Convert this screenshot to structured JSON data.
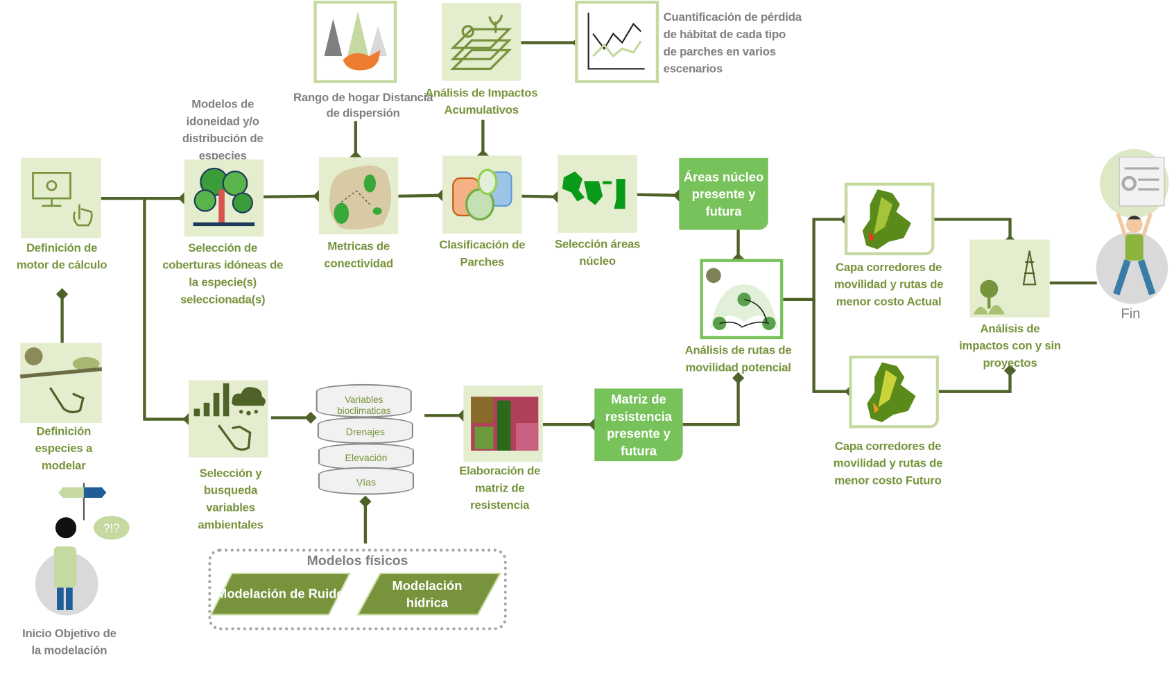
{
  "colors": {
    "connector": "#4f6228",
    "label_green": "#77933c",
    "label_gray": "#7f7f7f",
    "box_bg": "#e5edcf",
    "highlight_green": "#77c25a",
    "parallelogram": "#77933c"
  },
  "nodes": {
    "motor": {
      "label": "Definición de motor de cálculo",
      "icon": "computer-settings-touch-icon"
    },
    "especies": {
      "label": "Definición especies a modelar",
      "icon": "sloth-jaguar-touch-icon"
    },
    "inicio": {
      "label": "Inicio Objetivo de la modelación",
      "bubble": "?!?",
      "icon": "person-thinking-icon"
    },
    "coberturas": {
      "label": "Selección de coberturas idóneas de la especie(s) seleccionada(s)",
      "note": "Modelos de idoneidad y/o distribución de especies",
      "icon": "forest-icon"
    },
    "metricas": {
      "label": "Metricas de conectividad",
      "icon": "connectivity-map-icon"
    },
    "rango": {
      "label": "Rango de hogar Distancia de dispersión",
      "icon": "fox-forest-icon"
    },
    "impactos_acum": {
      "label": "Análisis de Impactos Acumulativos",
      "icon": "land-layers-icon"
    },
    "cuantificacion": {
      "label": "Cuantificación de pérdida de hábitat de cada tipo de parches en varios escenarios",
      "icon": "line-chart-icon"
    },
    "clasificacion": {
      "label": "Clasificación de Parches",
      "icon": "patches-icon"
    },
    "seleccion_nucleo": {
      "label": "Selección áreas núcleo",
      "icon": "core-areas-icon"
    },
    "areas_nucleo": {
      "label": "Áreas núcleo presente y futura"
    },
    "rutas": {
      "label": "Análisis de rutas de movilidad potencial",
      "icon": "mobility-routes-icon"
    },
    "capa_actual": {
      "label": "Capa corredores de movilidad y rutas de menor costo Actual",
      "icon": "map-actual-icon"
    },
    "capa_futuro": {
      "label": "Capa corredores de movilidad y rutas de menor costo Futuro",
      "icon": "map-futuro-icon"
    },
    "impactos_proy": {
      "label": "Análisis de impactos con y sin proyectos",
      "icon": "tower-trees-icon"
    },
    "fin": {
      "label": "Fin",
      "icon": "person-holding-reports-icon"
    },
    "variables": {
      "label": "Selección y busqueda variables ambientales",
      "icon": "bars-rain-touch-icon"
    },
    "database": {
      "layers": [
        "Variables bioclimaticas",
        "Drenajes",
        "Elevación",
        "Vías"
      ]
    },
    "elaboracion": {
      "label": "Elaboración de matriz de resistencia",
      "icon": "satellite-image-icon"
    },
    "matriz": {
      "label": "Matriz de resistencia presente y futura"
    },
    "modelos_fisicos": {
      "title": "Modelos físicos",
      "items": [
        "Modelación de Ruido",
        "Modelación hídrica"
      ]
    }
  }
}
